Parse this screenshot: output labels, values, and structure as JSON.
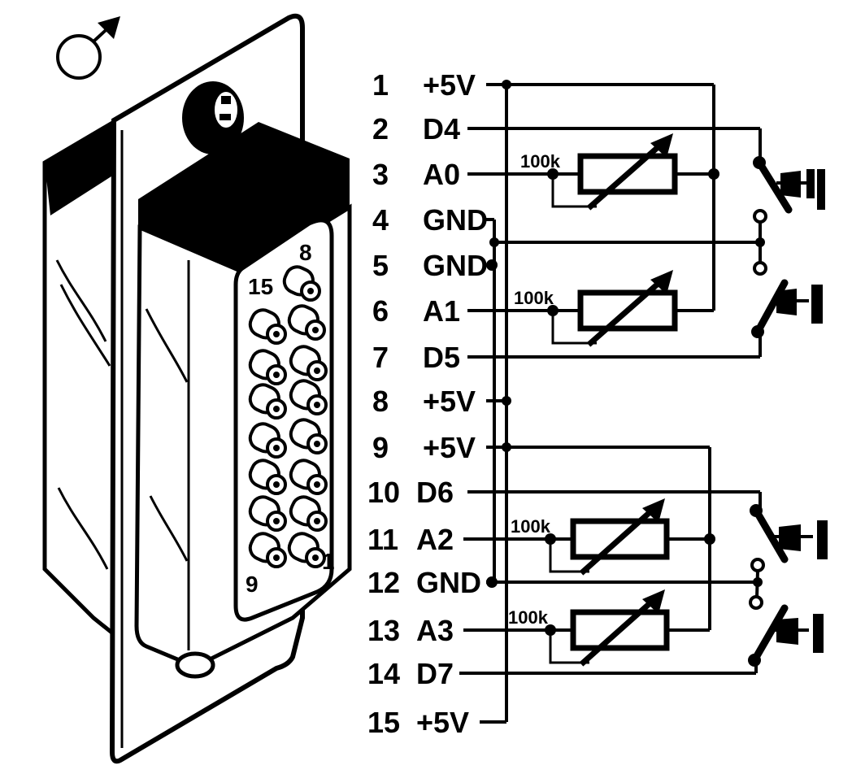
{
  "title": "15-pin D-sub male connector pinout with potentiometers and switches",
  "symbol": "male-symbol",
  "colors": {
    "ink": "#000000",
    "paper": "#ffffff"
  },
  "connector": {
    "corner_labels": {
      "top_right": "8",
      "top_left": "15",
      "bottom_left": "9",
      "bottom_right": "1"
    }
  },
  "pins": [
    {
      "num": "1",
      "signal": "+5V"
    },
    {
      "num": "2",
      "signal": "D4"
    },
    {
      "num": "3",
      "signal": "A0"
    },
    {
      "num": "4",
      "signal": "GND"
    },
    {
      "num": "5",
      "signal": "GND"
    },
    {
      "num": "6",
      "signal": "A1"
    },
    {
      "num": "7",
      "signal": "D5"
    },
    {
      "num": "8",
      "signal": "+5V"
    },
    {
      "num": "9",
      "signal": "+5V"
    },
    {
      "num": "10",
      "signal": "D6"
    },
    {
      "num": "11",
      "signal": "A2"
    },
    {
      "num": "12",
      "signal": "GND"
    },
    {
      "num": "13",
      "signal": "A3"
    },
    {
      "num": "14",
      "signal": "D7"
    },
    {
      "num": "15",
      "signal": "+5V"
    }
  ],
  "resistors": [
    {
      "label": "100k",
      "pin": "3"
    },
    {
      "label": "100k",
      "pin": "6"
    },
    {
      "label": "100k",
      "pin": "11"
    },
    {
      "label": "100k",
      "pin": "13"
    }
  ],
  "switches": [
    {
      "name": "switch-1",
      "pin": "2"
    },
    {
      "name": "switch-2",
      "pin": "7"
    },
    {
      "name": "switch-3",
      "pin": "10"
    },
    {
      "name": "switch-4",
      "pin": "14"
    }
  ]
}
